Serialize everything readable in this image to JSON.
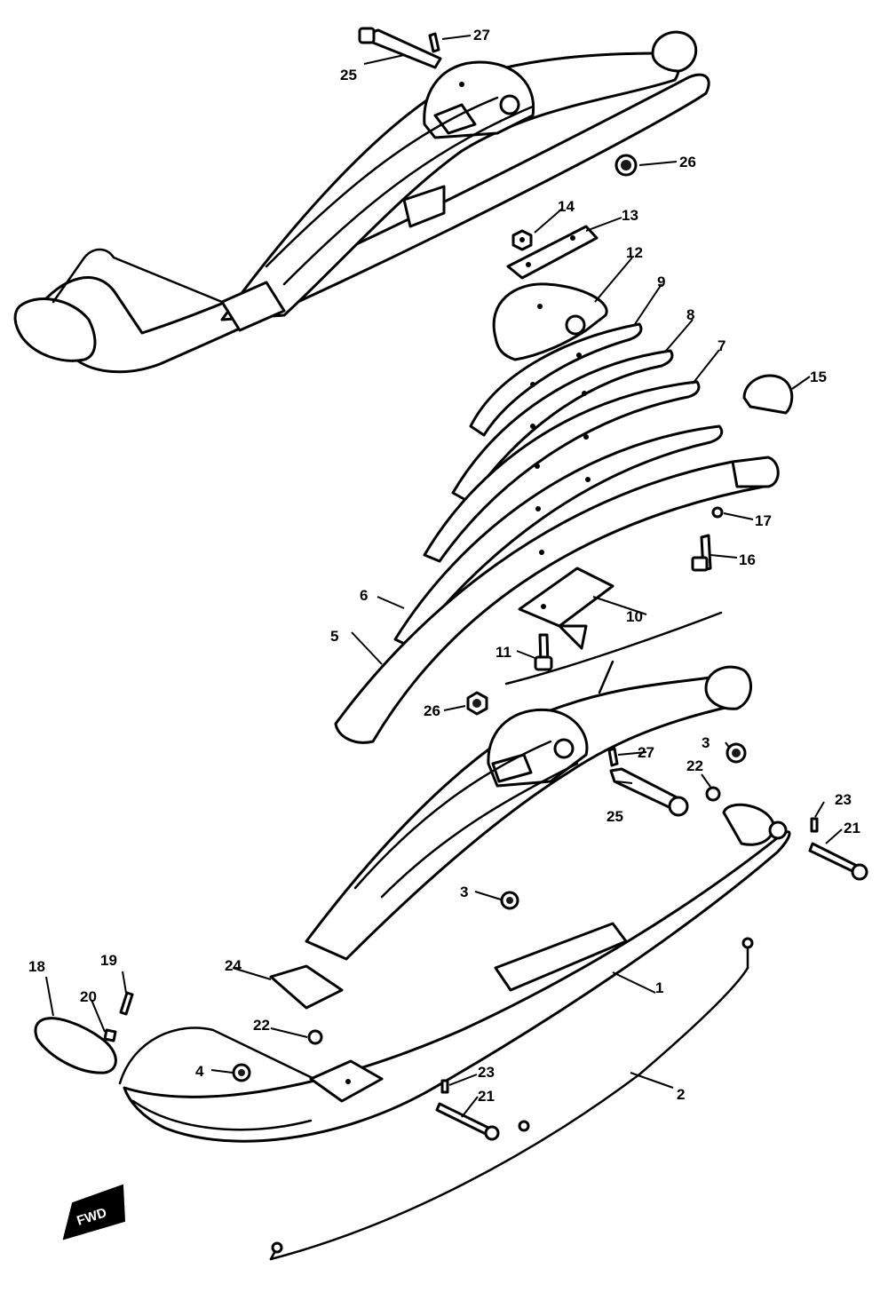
{
  "diagram": {
    "callouts": {
      "c1": "1",
      "c2": "2",
      "c3a": "3",
      "c3b": "3",
      "c4": "4",
      "c5": "5",
      "c6": "6",
      "c7": "7",
      "c8": "8",
      "c9": "9",
      "c10": "10",
      "c11": "11",
      "c12": "12",
      "c13": "13",
      "c14": "14",
      "c15": "15",
      "c16": "16",
      "c17": "17",
      "c18": "18",
      "c19": "19",
      "c20": "20",
      "c21a": "21",
      "c21b": "21",
      "c22a": "22",
      "c22b": "22",
      "c23a": "23",
      "c23b": "23",
      "c24": "24",
      "c25a": "25",
      "c25b": "25",
      "c26a": "26",
      "c26b": "26",
      "c27a": "27",
      "c27b": "27"
    },
    "direction_badge": "FWD"
  }
}
